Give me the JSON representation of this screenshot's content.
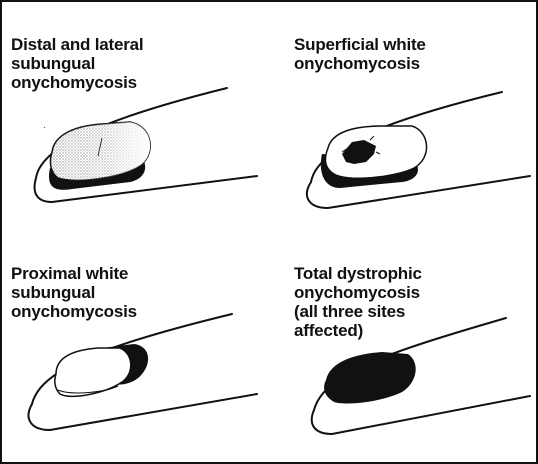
{
  "panels": [
    {
      "label": "Distal and lateral\nsubungual\nonychomycosis"
    },
    {
      "label": "Superficial white\nonychomycosis"
    },
    {
      "label": "Proximal white\nsubungual\nonychomycosis"
    },
    {
      "label": "Total dystrophic\nonychomycosis\n(all three sites\naffected)"
    }
  ],
  "colors": {
    "ink": "#111111",
    "stipple": "#9a9a9a",
    "paper": "#ffffff"
  }
}
